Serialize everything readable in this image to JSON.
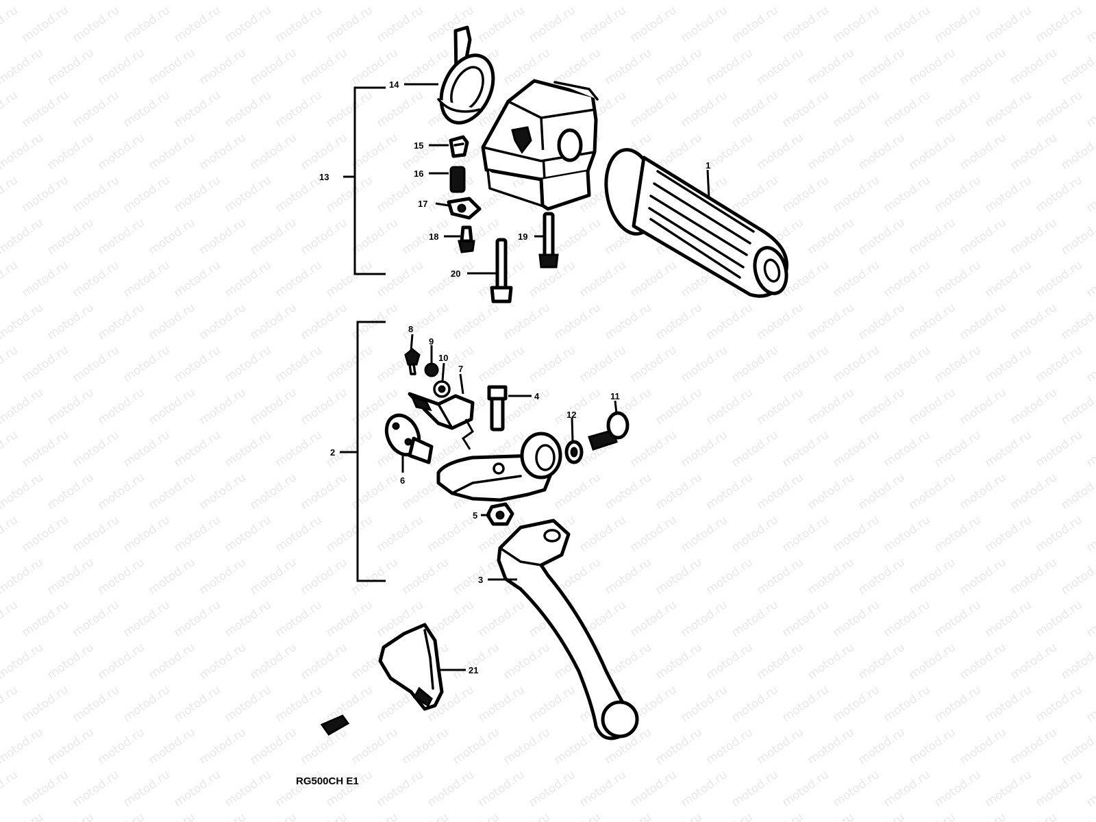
{
  "watermark": {
    "text": "motod.ru"
  },
  "diagram": {
    "model_code": "RG500CH E1",
    "callouts": [
      {
        "id": "p1",
        "label": "1"
      },
      {
        "id": "p2",
        "label": "2"
      },
      {
        "id": "p3",
        "label": "3"
      },
      {
        "id": "p4",
        "label": "4"
      },
      {
        "id": "p5",
        "label": "5"
      },
      {
        "id": "p6",
        "label": "6"
      },
      {
        "id": "p7",
        "label": "7"
      },
      {
        "id": "p8",
        "label": "8"
      },
      {
        "id": "p9",
        "label": "9"
      },
      {
        "id": "p10",
        "label": "10"
      },
      {
        "id": "p11",
        "label": "11"
      },
      {
        "id": "p12",
        "label": "12"
      },
      {
        "id": "p13",
        "label": "13"
      },
      {
        "id": "p14",
        "label": "14"
      },
      {
        "id": "p15",
        "label": "15"
      },
      {
        "id": "p16",
        "label": "16"
      },
      {
        "id": "p17",
        "label": "17"
      },
      {
        "id": "p18",
        "label": "18"
      },
      {
        "id": "p19",
        "label": "19"
      },
      {
        "id": "p20",
        "label": "20"
      },
      {
        "id": "p21",
        "label": "21"
      }
    ]
  }
}
